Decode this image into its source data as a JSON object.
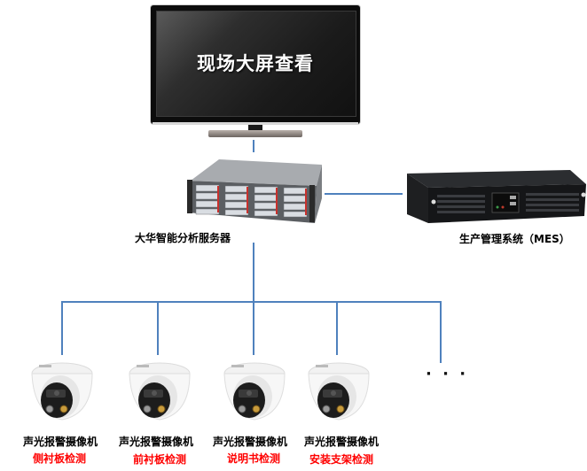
{
  "diagram": {
    "monitor": {
      "title": "现场大屏查看",
      "icon": "tv-monitor-icon"
    },
    "server": {
      "label": "大华智能分析服务器",
      "icon": "rack-server-icon"
    },
    "mes": {
      "label": "生产管理系统（MES）",
      "icon": "industrial-pc-icon"
    },
    "cameras": [
      {
        "name": "声光报警摄像机",
        "task": "侧衬板检测"
      },
      {
        "name": "声光报警摄像机",
        "task": "前衬板检测"
      },
      {
        "name": "声光报警摄像机",
        "task": "说明书检测"
      },
      {
        "name": "声光报警摄像机",
        "task": "安装支架检测"
      }
    ],
    "more": "· · ·",
    "colors": {
      "connector": "#4f81bd",
      "task_text": "#ff0000",
      "label_text": "#000000"
    }
  }
}
